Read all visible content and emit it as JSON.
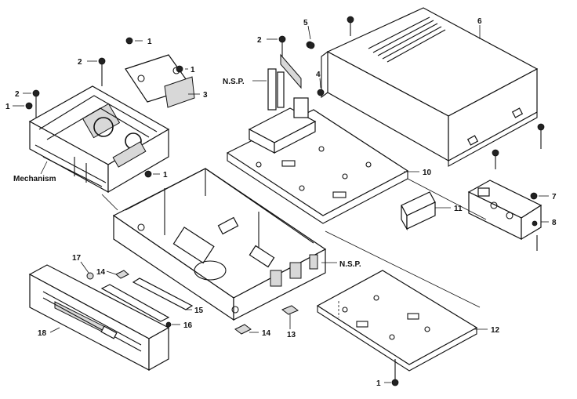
{
  "labels": {
    "cabinet": "6",
    "screw_top_1": "1",
    "screw_top_2": "1",
    "screw_2a": "2",
    "bracket_3": "3",
    "screw_2b": "2",
    "screw_1_left": "1",
    "mechanism": "Mechanism",
    "screw_1_mech": "1",
    "screw_5": "5",
    "screw_2c": "2",
    "nsp_top": "N.S.P.",
    "screw_4": "4",
    "plate_10": "10",
    "bracket_11": "11",
    "screw_7": "7",
    "board_8": "8",
    "foot_14a": "14",
    "nsp_chassis": "N.S.P.",
    "part_17": "17",
    "part_15": "15",
    "part_16": "16",
    "front_panel_18": "18",
    "foot_14b": "14",
    "part_13": "13",
    "bottom_plate_12": "12",
    "screw_1_bottom": "1"
  }
}
